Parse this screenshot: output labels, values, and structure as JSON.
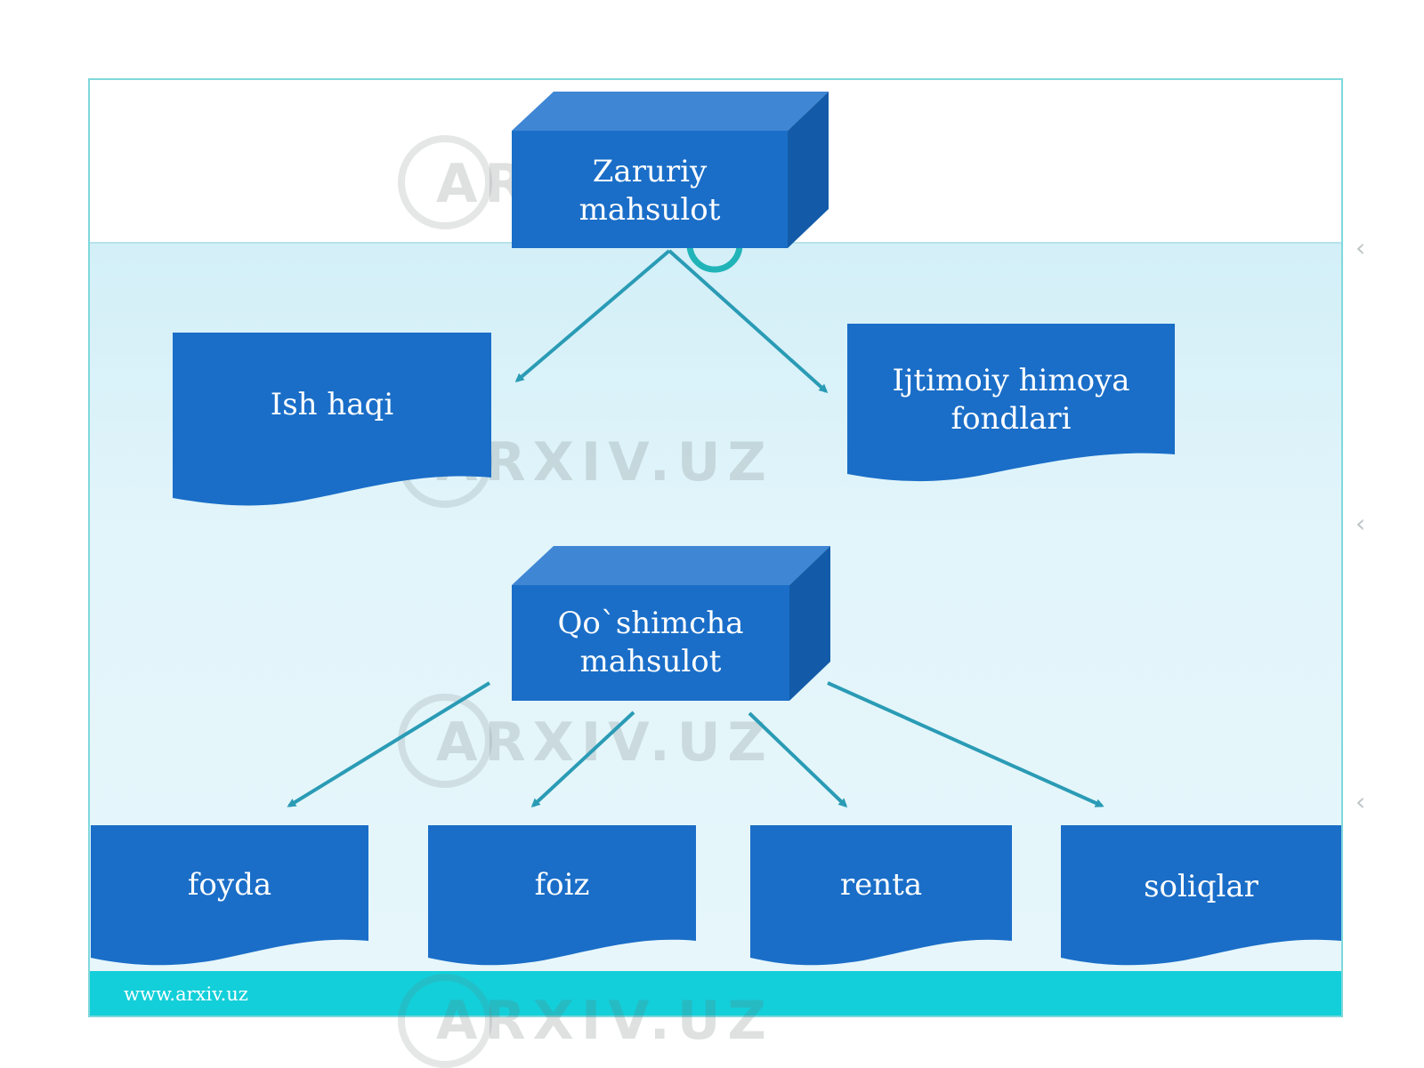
{
  "nodes": {
    "zaruriy": "Zaruriy\nmahsulot",
    "ish_haqi": "Ish haqi",
    "ijtimoiy": "Ijtimoiy himoya\nfondlari",
    "qoshimcha": "Qo`shimcha\nmahsulot",
    "foyda": "foyda",
    "foiz": "foiz",
    "renta": "renta",
    "soliqlar": "soliqlar"
  },
  "footer": {
    "url": "www.arxiv.uz"
  },
  "watermark": {
    "text": "ARXIV.UZ"
  },
  "colors": {
    "box_fill": "#1a6ec8",
    "box_top": "#3f86d4",
    "box_side": "#135ba8",
    "arrow": "#2a9bb5",
    "footer_bar": "#13cfd9",
    "panel_bg": "#d8f2f9"
  }
}
